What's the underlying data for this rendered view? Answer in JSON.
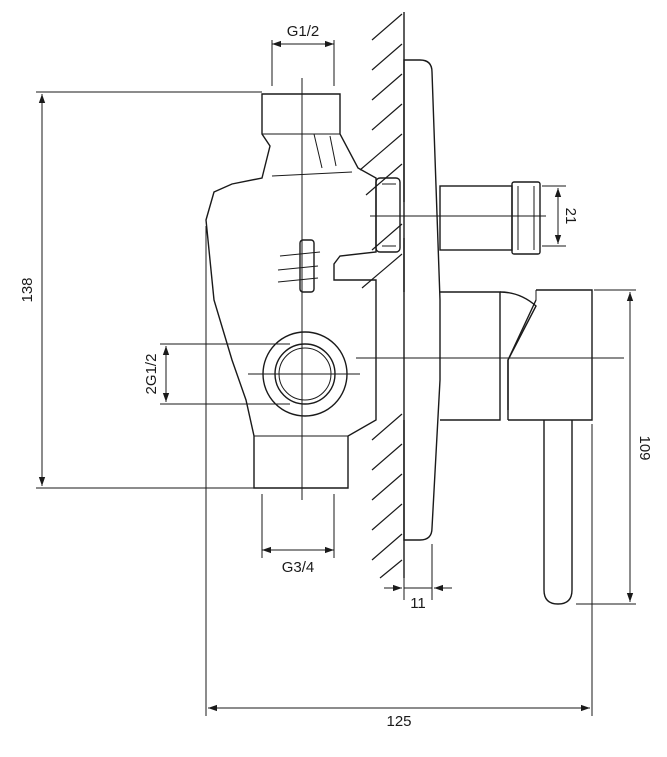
{
  "dimensions": {
    "top_inlet": "G1/2",
    "height_total": "138",
    "side_outlet": "2G1/2",
    "bottom_outlet": "G3/4",
    "spindle": "21",
    "handle_height": "109",
    "plate_thickness": "11",
    "depth_total": "125"
  }
}
